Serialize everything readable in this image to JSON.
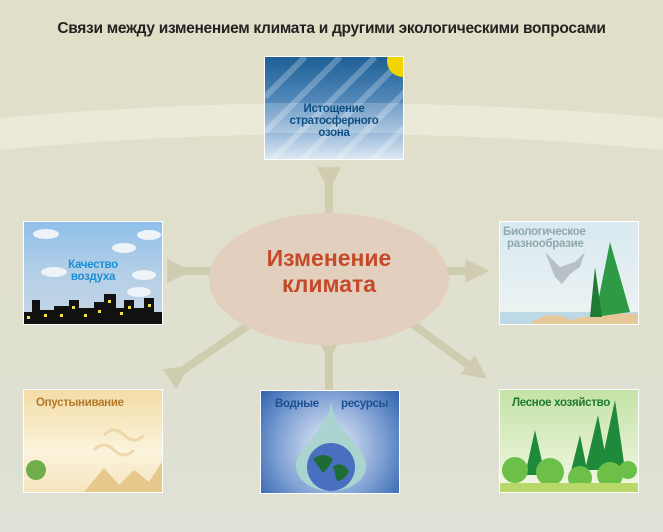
{
  "title": "Связи между изменением климата и другими экологическими вопросами",
  "center": {
    "line1": "Изменение",
    "line2": "климата"
  },
  "nodes": {
    "ozone": {
      "line1": "Истощение",
      "line2": "стратосферного",
      "line3": "озона"
    },
    "air": {
      "line1": "Качество",
      "line2": "воздуха"
    },
    "biodiversity": {
      "line1": "Биологическое",
      "line2": "разнообразие"
    },
    "desert": {
      "label": "Опустынивание"
    },
    "water": {
      "word1": "Водные",
      "word2": "ресурсы"
    },
    "forest": {
      "label": "Лесное хозяйство"
    }
  },
  "colors": {
    "center_text": "#c44a2a",
    "arrow": "#cfccb0",
    "ellipse": "#e2cfbe"
  }
}
